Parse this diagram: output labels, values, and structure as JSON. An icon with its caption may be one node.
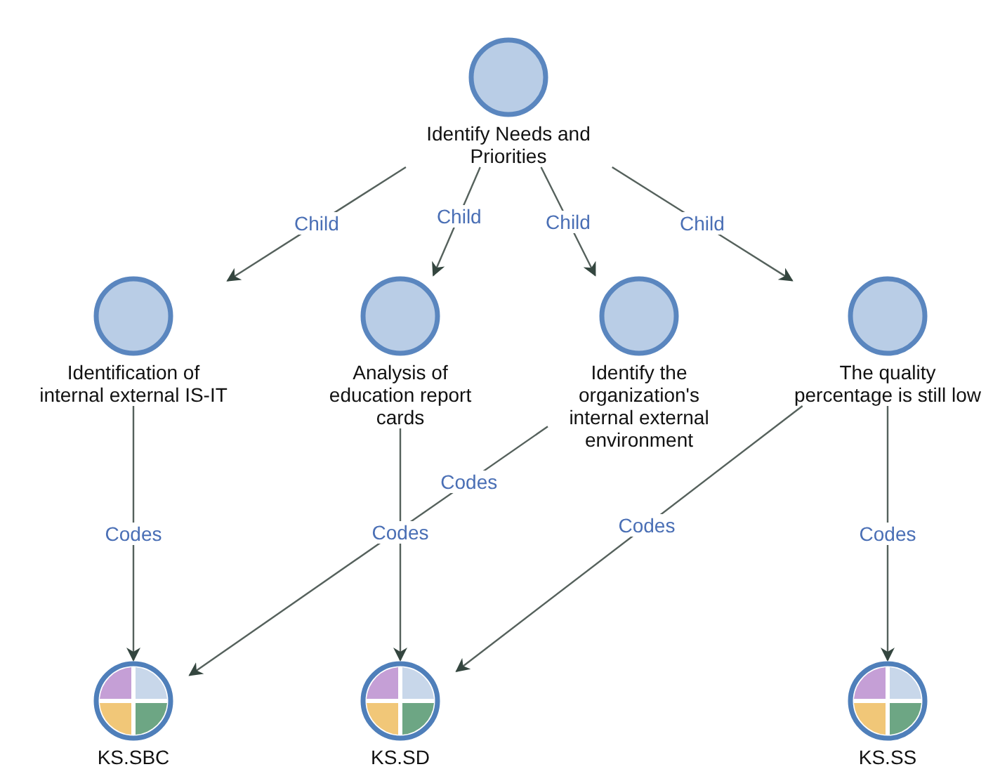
{
  "diagram": {
    "nodes": [
      {
        "text": [
          "Identify Needs and Priorities"
        ]
      },
      {
        "text": [
          "Identification of internal external IS-IT"
        ]
      },
      {
        "text": [
          "Analysis of education report cards"
        ]
      },
      {
        "text": [
          "Identify the organization's internal external environment"
        ]
      },
      {
        "text": [
          "The quality percentage is still low"
        ]
      },
      {
        "text": [
          "KS.SBC"
        ]
      },
      {
        "text": [
          "KS.SD"
        ]
      },
      {
        "text": [
          "KS.SS"
        ]
      }
    ],
    "edges": [
      {
        "from": 0,
        "to": 1,
        "arrow": "to",
        "label": "Child"
      },
      {
        "from": 0,
        "to": 2,
        "arrow": "to",
        "label": "Child"
      },
      {
        "from": 0,
        "to": 3,
        "arrow": "to",
        "label": "Child"
      },
      {
        "from": 0,
        "to": 4,
        "arrow": "to",
        "label": "Child"
      },
      {
        "from": 1,
        "to": 5,
        "arrow": "to",
        "label": "Codes"
      },
      {
        "from": 2,
        "to": 6,
        "arrow": "to",
        "label": "Codes"
      },
      {
        "from": 3,
        "to": 5,
        "arrow": "to",
        "label": "Codes"
      },
      {
        "from": 4,
        "to": 6,
        "arrow": "to",
        "label": "Codes"
      },
      {
        "from": 4,
        "to": 7,
        "arrow": "to",
        "label": "Codes"
      }
    ]
  }
}
